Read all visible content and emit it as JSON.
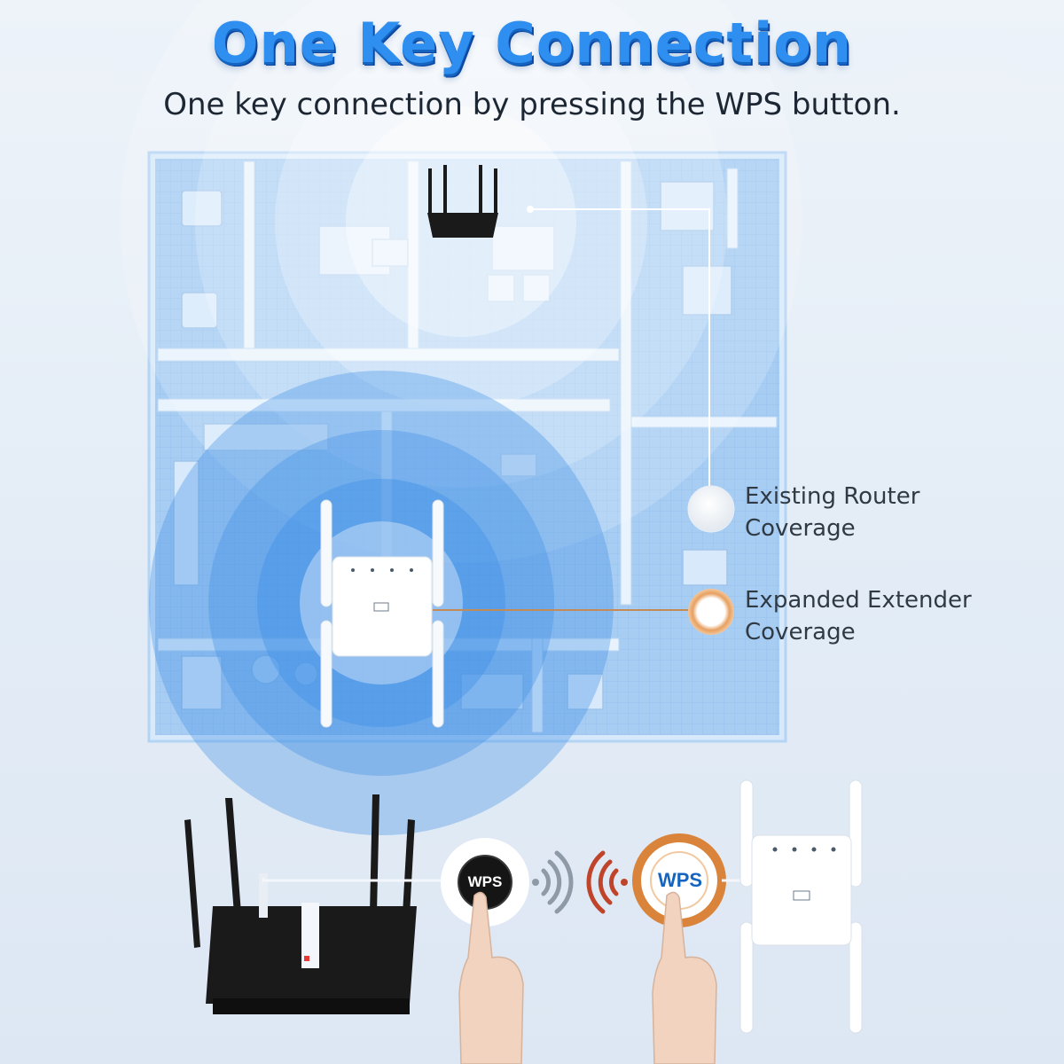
{
  "header": {
    "title": "One Key Connection",
    "subtitle": "One key connection by pressing the WPS button."
  },
  "legend": {
    "router_coverage_line1": "Existing Router",
    "router_coverage_line2": "Coverage",
    "extender_coverage_line1": "Expanded Extender",
    "extender_coverage_line2": "Coverage"
  },
  "buttons": {
    "router_wps_label": "WPS",
    "extender_wps_label": "WPS"
  },
  "icons": {
    "router": "router-icon",
    "extender": "extender-icon",
    "wifi_signal": "wifi-signal-icon",
    "finger": "finger-press-icon"
  },
  "colors": {
    "title_blue": "#2f8ff0",
    "floor_blue": "#a9cdf2",
    "coverage_blue": "#3f8fe6",
    "wps_orange": "#d9843a",
    "wps_black": "#151515",
    "router_black": "#1a1a1a"
  }
}
